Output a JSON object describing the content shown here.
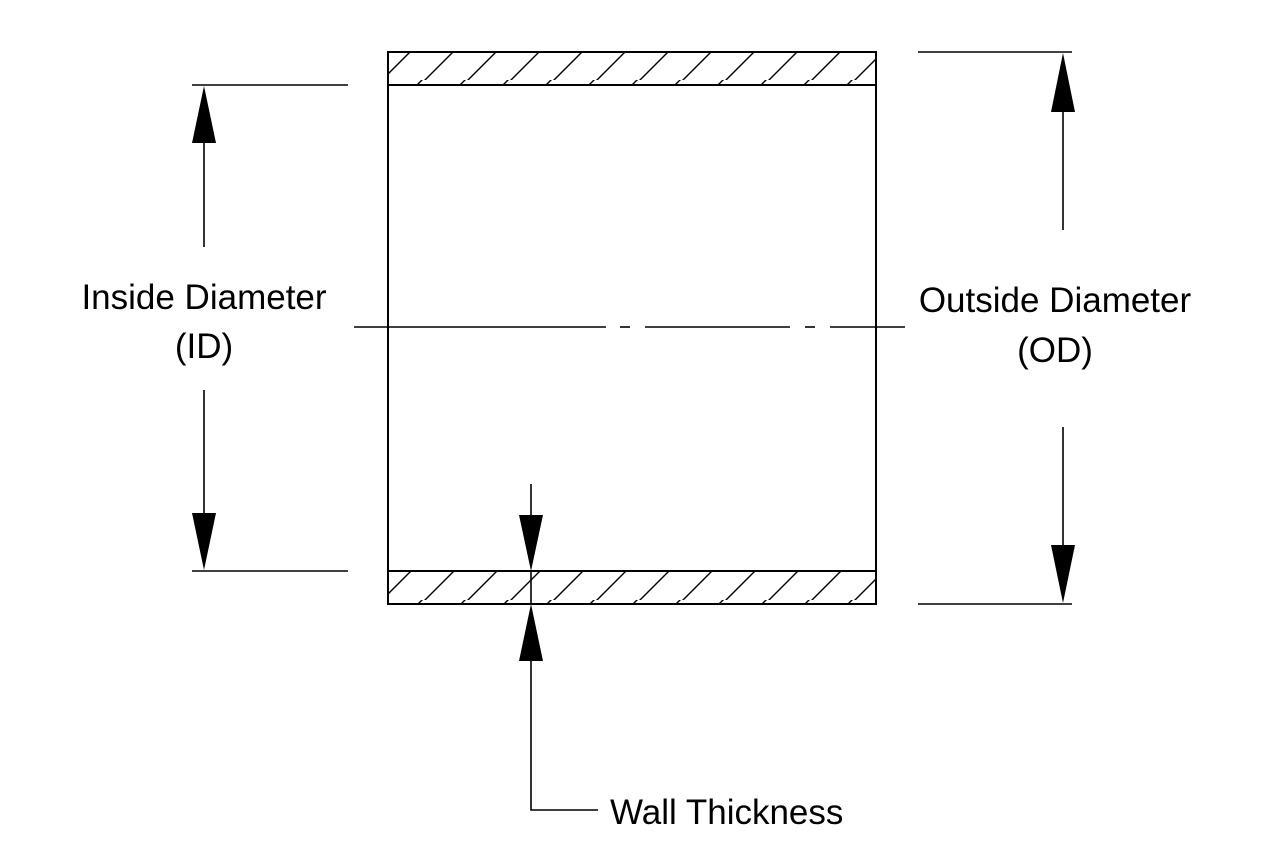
{
  "labels": {
    "inside_diameter": "Inside Diameter",
    "inside_diameter_abbr": "(ID)",
    "outside_diameter": "Outside Diameter",
    "outside_diameter_abbr": "(OD)",
    "wall_thickness": "Wall Thickness"
  },
  "colors": {
    "ink": "#000000",
    "background": "#ffffff"
  }
}
